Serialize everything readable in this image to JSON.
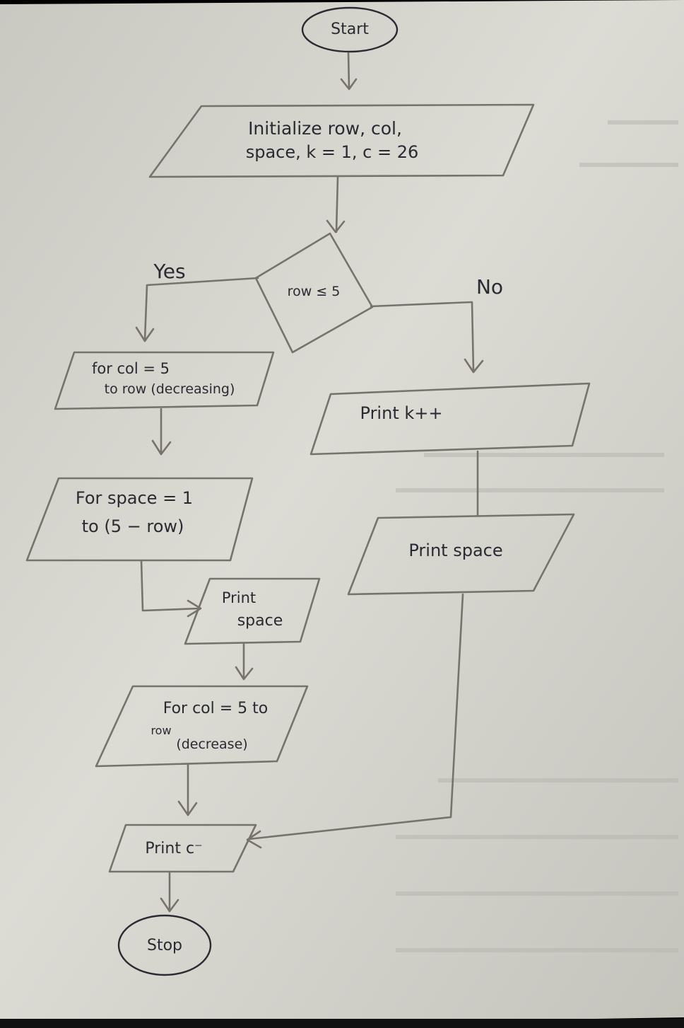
{
  "flowchart": {
    "start_label": "Start",
    "init_line1": "Initialize row, col,",
    "init_line2": "space, k = 1, c = 26",
    "decision_label": "row ≤ 5",
    "yes_label": "Yes",
    "no_label": "No",
    "for_col_line1": "for col = 5",
    "for_col_line2": "to row (decreasing)",
    "for_space_line1": "For space = 1",
    "for_space_line2": "to (5 − row)",
    "print_space_left_line1": "Print",
    "print_space_left_line2": "space",
    "for_col2_line1": "For col = 5 to",
    "for_col2_line2": "row",
    "for_col2_line3": "(decrease)",
    "print_c_label": "Print c⁻",
    "stop_label": "Stop",
    "print_k_label": "Print k++",
    "print_space_right_label": "Print space"
  },
  "colors": {
    "paper": "#d9d8d1",
    "pencil": "#77736c",
    "ink": "#2a2a33"
  }
}
